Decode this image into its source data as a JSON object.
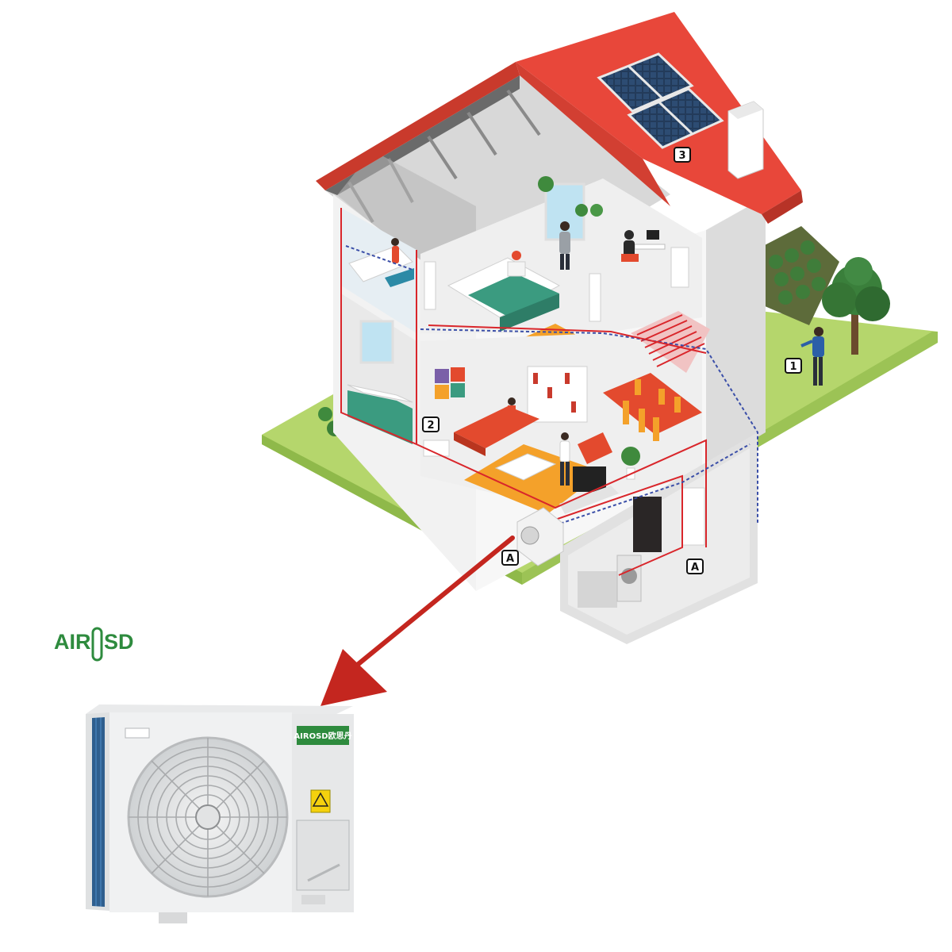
{
  "brand": {
    "logo_left": "AIR",
    "logo_mid": "O",
    "logo_right": "SD",
    "badge_text": "AIROSD欧思丹",
    "color": "#2e8b3e"
  },
  "markers": {
    "m1": "1",
    "m2": "2",
    "m3": "3",
    "a_outdoor": "A",
    "a_indoor": "A"
  },
  "colors": {
    "roof": "#e8473a",
    "lawn": "#b5d66c",
    "wall": "#e9e9e9",
    "pipe_hot": "#d9262b",
    "pipe_cold": "#3b4fa8",
    "arrow": "#c4261f",
    "rug": "#f4a12a",
    "sofa": "#e34a2e",
    "bed": "#3b9b80"
  },
  "icons": {
    "solar": "solar-panel-icon",
    "fan": "fan-grille-icon",
    "warning": "warning-triangle-icon"
  }
}
